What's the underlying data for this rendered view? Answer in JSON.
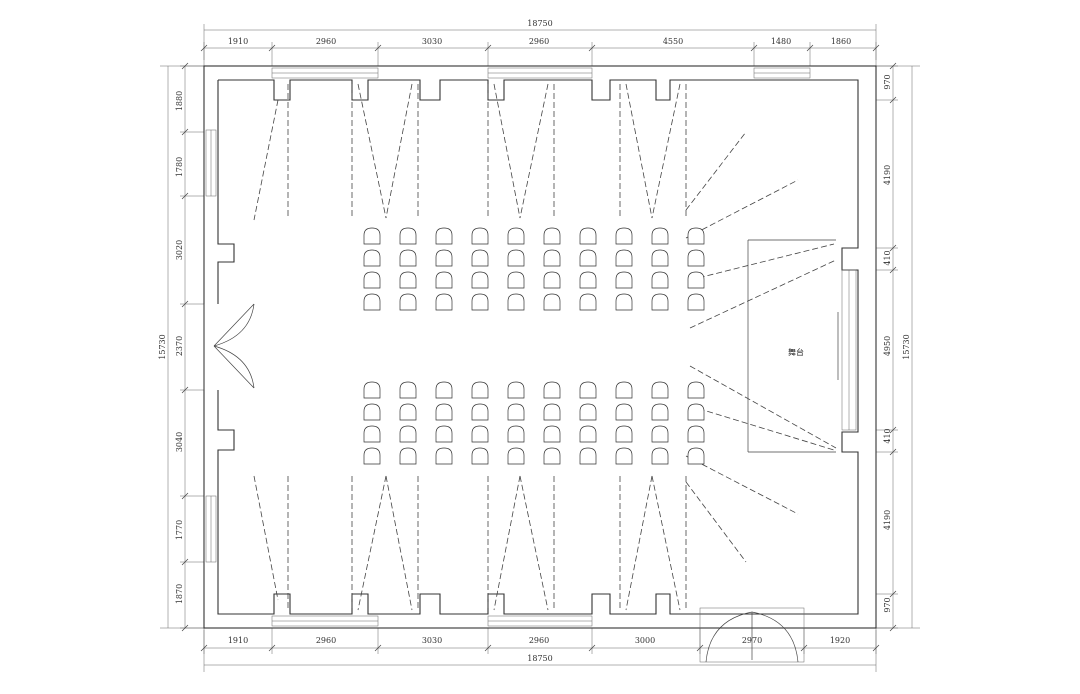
{
  "dimensions": {
    "top_total": "18750",
    "bottom_total": "18750",
    "left_total": "15730",
    "right_total": "15730",
    "top": [
      "1910",
      "2960",
      "3030",
      "2960",
      "4550",
      "1480",
      "1860"
    ],
    "bottom": [
      "1910",
      "2960",
      "3030",
      "2960",
      "3000",
      "2970",
      "1920"
    ],
    "left": [
      "1880",
      "1780",
      "3020",
      "2370",
      "3040",
      "1770",
      "1870"
    ],
    "right": [
      "970",
      "4190",
      "410",
      "4950",
      "410",
      "4190",
      "970"
    ]
  },
  "stage": {
    "label": "舞台"
  }
}
